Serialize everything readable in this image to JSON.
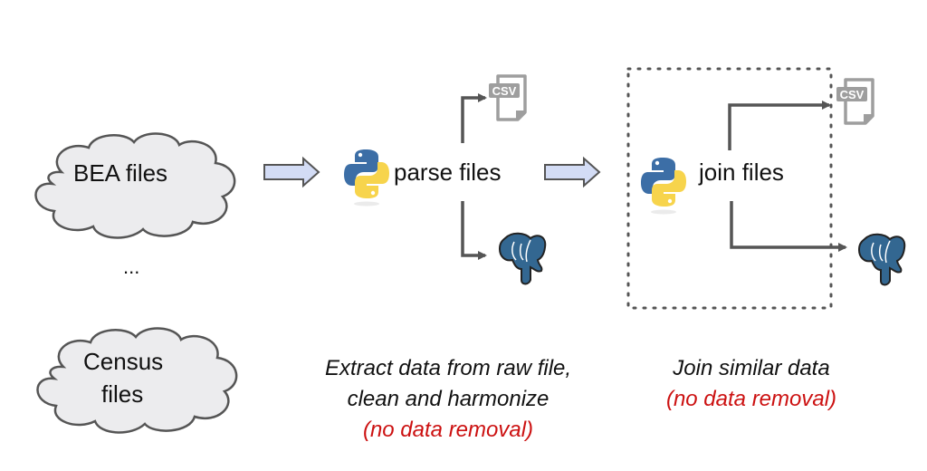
{
  "sources": {
    "bea": {
      "label": "BEA files"
    },
    "ellipsis": "...",
    "census": {
      "line1": "Census",
      "line2": "files"
    }
  },
  "steps": [
    {
      "label": "parse files",
      "icon": "python-icon",
      "outputs": [
        "csv-file-icon",
        "postgresql-icon"
      ]
    },
    {
      "label": "join files",
      "icon": "python-icon",
      "outputs": [
        "csv-file-icon",
        "postgresql-icon"
      ]
    }
  ],
  "csv_text": "CSV",
  "captions": {
    "parse": {
      "line1": "Extract data from raw file,",
      "line2": "clean and harmonize",
      "line3": "(no data removal)"
    },
    "join": {
      "line1": "Join similar data",
      "line2": "(no data removal)"
    }
  },
  "colors": {
    "cloud_fill": "#ececee",
    "cloud_stroke": "#555555",
    "arrow_fill": "#d3dcf5",
    "arrow_stroke": "#555555",
    "connector": "#555555",
    "note_red": "#cc1111",
    "csv_gray": "#9e9e9e",
    "pg_blue": "#336791",
    "py_blue": "#3c6ea6",
    "py_yellow": "#f7d44c"
  }
}
